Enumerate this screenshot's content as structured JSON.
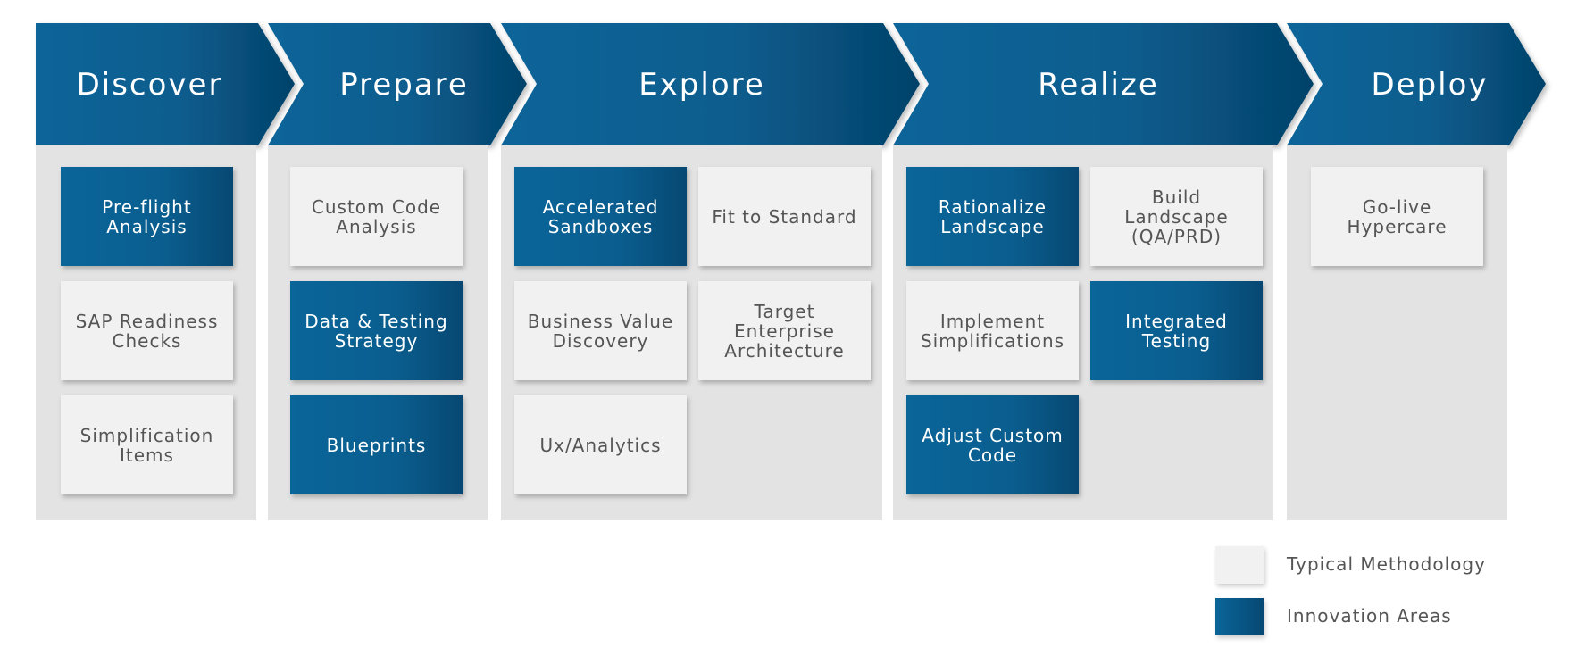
{
  "phases": [
    {
      "title": "Discover"
    },
    {
      "title": "Prepare"
    },
    {
      "title": "Explore"
    },
    {
      "title": "Realize"
    },
    {
      "title": "Deploy"
    }
  ],
  "boxes": {
    "discover": [
      {
        "label": "Pre-flight\nAnalysis",
        "kind": "innovation"
      },
      {
        "label": "SAP Readiness\nChecks",
        "kind": "typical"
      },
      {
        "label": "Simplification\nItems",
        "kind": "typical"
      }
    ],
    "prepare": [
      {
        "label": "Custom Code\nAnalysis",
        "kind": "typical"
      },
      {
        "label": "Data & Testing\nStrategy",
        "kind": "innovation"
      },
      {
        "label": "Blueprints",
        "kind": "innovation"
      }
    ],
    "explore": [
      {
        "label": "Accelerated\nSandboxes",
        "kind": "innovation"
      },
      {
        "label": "Fit to Standard",
        "kind": "typical"
      },
      {
        "label": "Business Value\nDiscovery",
        "kind": "typical"
      },
      {
        "label": "Target\nEnterprise\nArchitecture",
        "kind": "typical"
      },
      {
        "label": "Ux/Analytics",
        "kind": "typical"
      }
    ],
    "realize": [
      {
        "label": "Rationalize\nLandscape",
        "kind": "innovation"
      },
      {
        "label": "Build\nLandscape\n(QA/PRD)",
        "kind": "typical"
      },
      {
        "label": "Implement\nSimplifications",
        "kind": "typical"
      },
      {
        "label": "Integrated\nTesting",
        "kind": "innovation"
      },
      {
        "label": "Adjust Custom\nCode",
        "kind": "innovation"
      }
    ],
    "deploy": [
      {
        "label": "Go-live\nHypercare",
        "kind": "typical"
      }
    ]
  },
  "legend": {
    "typical": "Typical Methodology",
    "innovation": "Innovation Areas"
  },
  "colors": {
    "innovation": "#0a5e8f",
    "typical": "#f1f1f1",
    "column_background": "#e3e3e3",
    "text_dark": "#555555"
  }
}
